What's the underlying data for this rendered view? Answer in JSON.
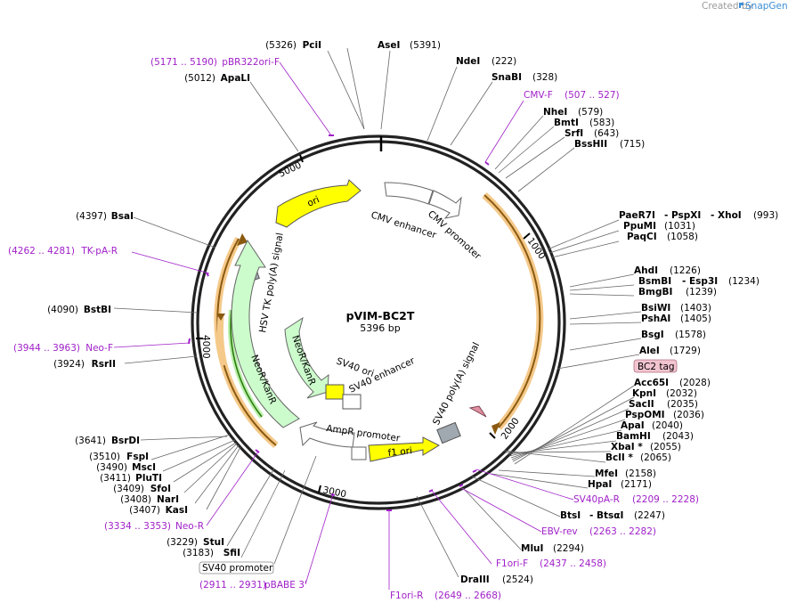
{
  "credit": "Created by",
  "brand": "SnapGene",
  "plasmid": {
    "name": "pVIM-BC2T",
    "size": "5396 bp",
    "length": 5396
  },
  "ticks": [
    "1000",
    "2000",
    "3000",
    "4000",
    "5000"
  ],
  "features": [
    {
      "id": "ori",
      "label": "ori"
    },
    {
      "id": "cmv-enh",
      "label": "CMV enhancer"
    },
    {
      "id": "cmv-prom",
      "label": "CMV promoter"
    },
    {
      "id": "hsv",
      "label": "HSV TK poly(A) signal"
    },
    {
      "id": "neo-inner",
      "label": "NeoR/KanR"
    },
    {
      "id": "neo-outer",
      "label": "NeoR/KanR"
    },
    {
      "id": "sv40ori",
      "label": "SV40 ori"
    },
    {
      "id": "sv40enh",
      "label": "SV40 enhancer"
    },
    {
      "id": "ampr",
      "label": "AmpR promoter"
    },
    {
      "id": "f1",
      "label": "f1 ori"
    },
    {
      "id": "sv40pa",
      "label": "SV40 poly(A) signal"
    },
    {
      "id": "bc2",
      "label": "BC2 tag"
    }
  ],
  "sites": [
    {
      "id": "pcii",
      "name": "PciI",
      "pos": "(5326)"
    },
    {
      "id": "asei",
      "name": "AseI",
      "pos": "(5391)"
    },
    {
      "id": "ndei",
      "name": "NdeI",
      "pos": "(222)"
    },
    {
      "id": "snabi",
      "name": "SnaBI",
      "pos": "(328)"
    },
    {
      "id": "cmvf",
      "name": "CMV-F",
      "pos": "(507 .. 527)"
    },
    {
      "id": "nhei",
      "name": "NheI",
      "pos": "(579)"
    },
    {
      "id": "bmti",
      "name": "BmtI",
      "pos": "(583)"
    },
    {
      "id": "srfi",
      "name": "SrfI",
      "pos": "(643)"
    },
    {
      "id": "bsshii",
      "name": "BssHII",
      "pos": "(715)"
    },
    {
      "id": "paer7i",
      "name": "PaeR7I",
      "name2": "- PspXI",
      "name3": "- XhoI",
      "pos": "(993)"
    },
    {
      "id": "ppumi",
      "name": "PpuMI",
      "pos": "(1031)"
    },
    {
      "id": "paqci",
      "name": "PaqCI",
      "pos": "(1058)"
    },
    {
      "id": "ahdi",
      "name": "AhdI",
      "pos": "(1226)"
    },
    {
      "id": "bsmbi",
      "name": "BsmBI",
      "name2": "- Esp3I",
      "pos": "(1234)"
    },
    {
      "id": "bmgbi",
      "name": "BmgBI",
      "pos": "(1239)"
    },
    {
      "id": "bsiwi",
      "name": "BsiWI",
      "pos": "(1403)"
    },
    {
      "id": "pshai",
      "name": "PshAI",
      "pos": "(1405)"
    },
    {
      "id": "bsgi",
      "name": "BsgI",
      "pos": "(1578)"
    },
    {
      "id": "alei",
      "name": "AleI",
      "pos": "(1729)"
    },
    {
      "id": "acc65i",
      "name": "Acc65I",
      "pos": "(2028)"
    },
    {
      "id": "kpni",
      "name": "KpnI",
      "pos": "(2032)"
    },
    {
      "id": "sacii",
      "name": "SacII",
      "pos": "(2035)"
    },
    {
      "id": "pspomi",
      "name": "PspOMI",
      "pos": "(2036)"
    },
    {
      "id": "apai",
      "name": "ApaI",
      "pos": "(2040)"
    },
    {
      "id": "bamhi",
      "name": "BamHI",
      "pos": "(2043)"
    },
    {
      "id": "xbai",
      "name": "XbaI *",
      "pos": "(2055)"
    },
    {
      "id": "bcli",
      "name": "BclI *",
      "pos": "(2065)"
    },
    {
      "id": "mfei",
      "name": "MfeI",
      "pos": "(2158)"
    },
    {
      "id": "hpai",
      "name": "HpaI",
      "pos": "(2171)"
    },
    {
      "id": "sv40par",
      "name": "SV40pA-R",
      "pos": "(2209 .. 2228)"
    },
    {
      "id": "btsi",
      "name": "BtsI",
      "name2": "- BtsαI",
      "pos": "(2247)"
    },
    {
      "id": "ebvrev",
      "name": "EBV-rev",
      "pos": "(2263 .. 2282)"
    },
    {
      "id": "mlui",
      "name": "MluI",
      "pos": "(2294)"
    },
    {
      "id": "f1orif",
      "name": "F1ori-F",
      "pos": "(2437 .. 2458)"
    },
    {
      "id": "draiii",
      "name": "DraIII",
      "pos": "(2524)"
    },
    {
      "id": "f1orir",
      "name": "F1ori-R",
      "pos": "(2649 .. 2668)"
    },
    {
      "id": "pbabe",
      "name": "pBABE 3'",
      "pos": "(2911 .. 2931)"
    },
    {
      "id": "sv40prom",
      "name": "SV40 promoter"
    },
    {
      "id": "sfii",
      "name": "SfiI",
      "pos": "(3183)"
    },
    {
      "id": "stui",
      "name": "StuI",
      "pos": "(3229)"
    },
    {
      "id": "neor",
      "name": "Neo-R",
      "pos": "(3334 .. 3353)"
    },
    {
      "id": "kasi",
      "name": "KasI",
      "pos": "(3407)"
    },
    {
      "id": "nari",
      "name": "NarI",
      "pos": "(3408)"
    },
    {
      "id": "sfoi",
      "name": "SfoI",
      "pos": "(3409)"
    },
    {
      "id": "pluti",
      "name": "PluTI",
      "pos": "(3411)"
    },
    {
      "id": "msci",
      "name": "MscI",
      "pos": "(3490)"
    },
    {
      "id": "fspi",
      "name": "FspI",
      "pos": "(3510)"
    },
    {
      "id": "bsrdi",
      "name": "BsrDI",
      "pos": "(3641)"
    },
    {
      "id": "rsrii",
      "name": "RsrII",
      "pos": "(3924)"
    },
    {
      "id": "neof",
      "name": "Neo-F",
      "pos": "(3944 .. 3963)"
    },
    {
      "id": "bstbi",
      "name": "BstBI",
      "pos": "(4090)"
    },
    {
      "id": "tkpar",
      "name": "TK-pA-R",
      "pos": "(4262 .. 4281)"
    },
    {
      "id": "bsai",
      "name": "BsaI",
      "pos": "(4397)"
    },
    {
      "id": "apali",
      "name": "ApaLI",
      "pos": "(5012)"
    },
    {
      "id": "pbr322",
      "name": "pBR322ori-F",
      "pos": "(5171 .. 5190)"
    }
  ]
}
